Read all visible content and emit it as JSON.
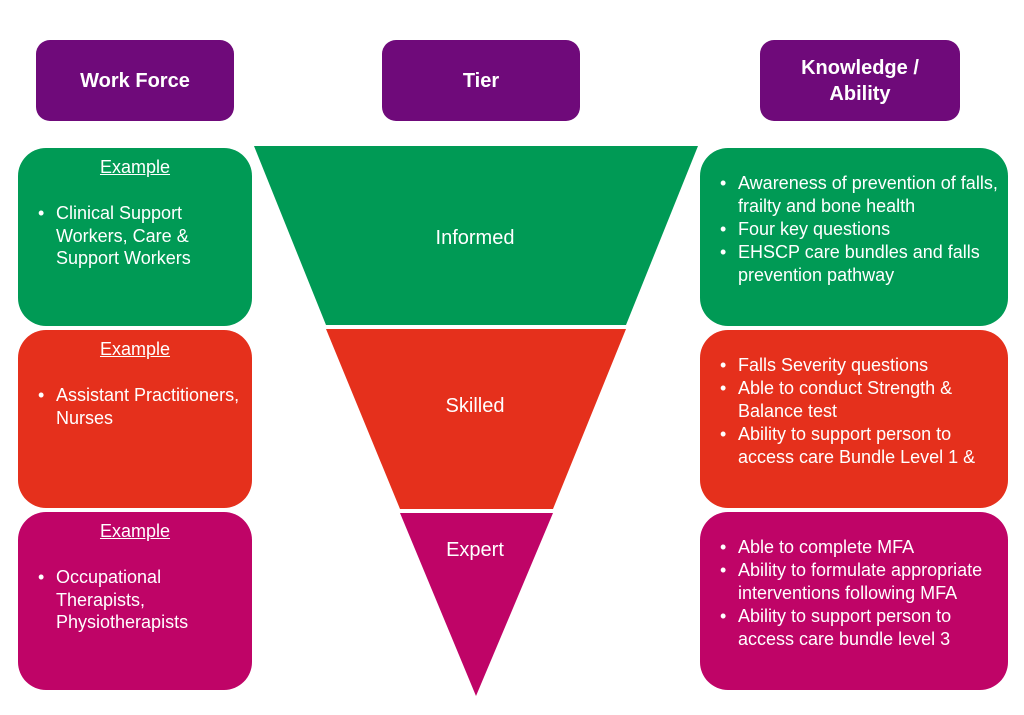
{
  "headers": {
    "workforce": "Work Force",
    "tier": "Tier",
    "knowledge": "Knowledge /\nAbility"
  },
  "colors": {
    "header": "#6f0a7a",
    "informed": "#009a55",
    "skilled": "#e5301c",
    "expert": "#bf0467"
  },
  "tiers": [
    {
      "label": "Informed"
    },
    {
      "label": "Skilled"
    },
    {
      "label": "Expert"
    }
  ],
  "workforce": [
    {
      "title": "Example",
      "items": [
        "Clinical Support Workers, Care & Support Workers"
      ]
    },
    {
      "title": "Example",
      "items": [
        "Assistant Practitioners, Nurses"
      ]
    },
    {
      "title": "Example",
      "items": [
        "Occupational Therapists, Physiotherapists"
      ]
    }
  ],
  "knowledge": [
    {
      "items": [
        "Awareness of prevention of falls, frailty and bone health",
        "Four key questions",
        "EHSCP care bundles and falls prevention pathway"
      ]
    },
    {
      "items": [
        "Falls Severity questions",
        "Able to conduct Strength & Balance test",
        "Ability to support person to access care Bundle Level 1 &"
      ]
    },
    {
      "items": [
        "Able to complete MFA",
        "Ability to formulate appropriate interventions following MFA",
        "Ability to support person to access care bundle level 3"
      ]
    }
  ]
}
